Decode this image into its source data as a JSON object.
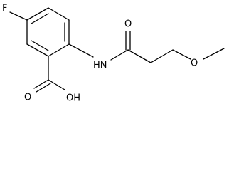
{
  "molecule": {
    "atoms": {
      "fluorine": "F",
      "amide_nh": "HN",
      "amide_oxygen": "O",
      "ether_oxygen": "O",
      "carbonyl_oxygen": "O",
      "hydroxyl": "OH"
    },
    "colors": {
      "bond": "#000000",
      "label": "#000000",
      "background": "#ffffff"
    }
  }
}
